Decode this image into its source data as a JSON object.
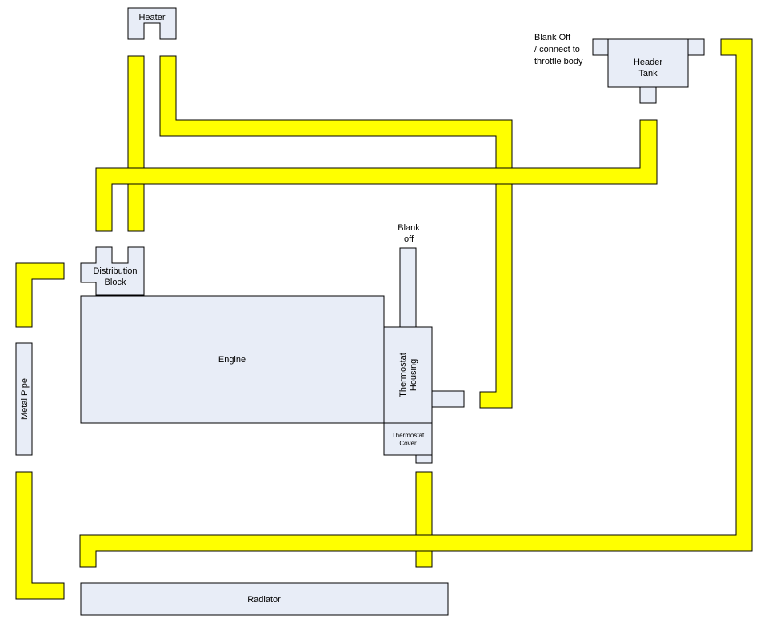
{
  "colors": {
    "pipe": "#ffff00",
    "component": "#e8edf7",
    "outline": "#000000",
    "background": "#ffffff"
  },
  "labels": {
    "heater": "Heater",
    "header_tank_line1": "Header",
    "header_tank_line2": "Tank",
    "blank_off_connect_line1": "Blank Off",
    "blank_off_connect_line2": "/ connect to",
    "blank_off_connect_line3": "throttle body",
    "distribution_block_line1": "Distribution",
    "distribution_block_line2": "Block",
    "engine": "Engine",
    "blank_off_line1": "Blank",
    "blank_off_line2": "off",
    "thermostat_housing_line1": "Thermostat",
    "thermostat_housing_line2": "Housing",
    "thermostat_cover_line1": "Thermostat",
    "thermostat_cover_line2": "Cover",
    "metal_pipe": "Metal Pipe",
    "radiator": "Radiator"
  }
}
